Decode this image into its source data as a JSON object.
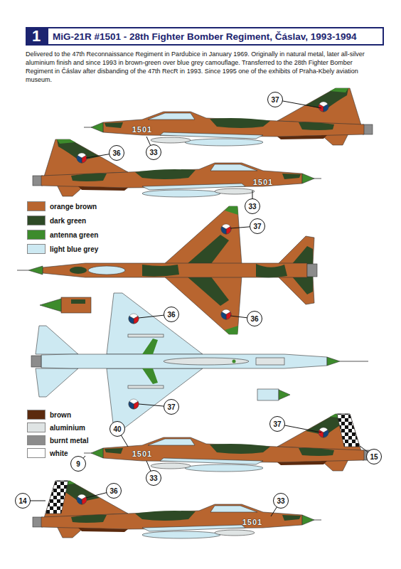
{
  "diagram": {
    "title": "MiG-21R #1501 - 28th Fighter Bomber Regiment, Čáslav, 1993-1994",
    "caption": "Delivered to the 47th Reconnaissance Regiment in Pardubice in January 1969. Originally in natural metal, later all-silver aluminium finish and since 1993 in brown-green over blue grey camouflage. Transferred to the 28th Fighter Bomber Regiment in Čáslav after disbanding of the 47th RecR in 1993. Since 1995 one of the exhibits of Praha-Kbely aviation museum.",
    "nodes": [
      {
        "text": [
          "1"
        ]
      },
      {
        "text": [
          "37"
        ]
      },
      {
        "text": [
          "33"
        ]
      },
      {
        "text": [
          "36"
        ]
      },
      {
        "text": [
          "33"
        ]
      },
      {
        "text": [
          "37"
        ]
      },
      {
        "text": [
          "36"
        ]
      },
      {
        "text": [
          "36"
        ]
      },
      {
        "text": [
          "37"
        ]
      },
      {
        "text": [
          "37"
        ]
      },
      {
        "text": [
          "15"
        ]
      },
      {
        "text": [
          "9"
        ]
      },
      {
        "text": [
          "40"
        ]
      },
      {
        "text": [
          "33"
        ]
      },
      {
        "text": [
          "14"
        ]
      },
      {
        "text": [
          "36"
        ]
      },
      {
        "text": [
          "33"
        ]
      }
    ],
    "labels": [
      "1501",
      "1501",
      "1501",
      "1501"
    ],
    "legend": [
      {
        "text": "orange brown",
        "color": "#b8652f"
      },
      {
        "text": "dark green",
        "color": "#2e4a26"
      },
      {
        "text": "antenna green",
        "color": "#3d8b2c"
      },
      {
        "text": "light blue grey",
        "color": "#cde9f2"
      },
      {
        "text": "brown",
        "color": "#5b2a0e"
      },
      {
        "text": "aluminium",
        "color": "#dfe4e4"
      },
      {
        "text": "burnt metal",
        "color": "#8c8c8c"
      },
      {
        "text": "white",
        "color": "#ffffff"
      }
    ]
  }
}
